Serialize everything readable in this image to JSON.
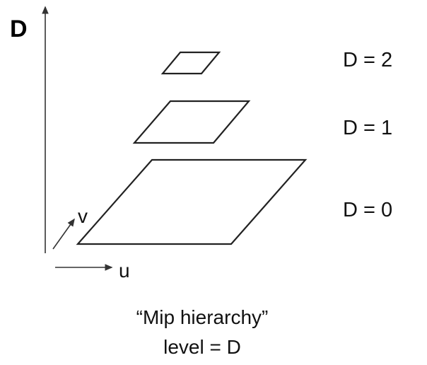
{
  "diagram": {
    "axis_title": "D",
    "u_label": "u",
    "v_label": "v",
    "levels": [
      {
        "label": "D = 2"
      },
      {
        "label": "D = 1"
      },
      {
        "label": "D = 0"
      }
    ],
    "caption": {
      "line1": "“Mip hierarchy”",
      "line2": "level = D"
    }
  }
}
